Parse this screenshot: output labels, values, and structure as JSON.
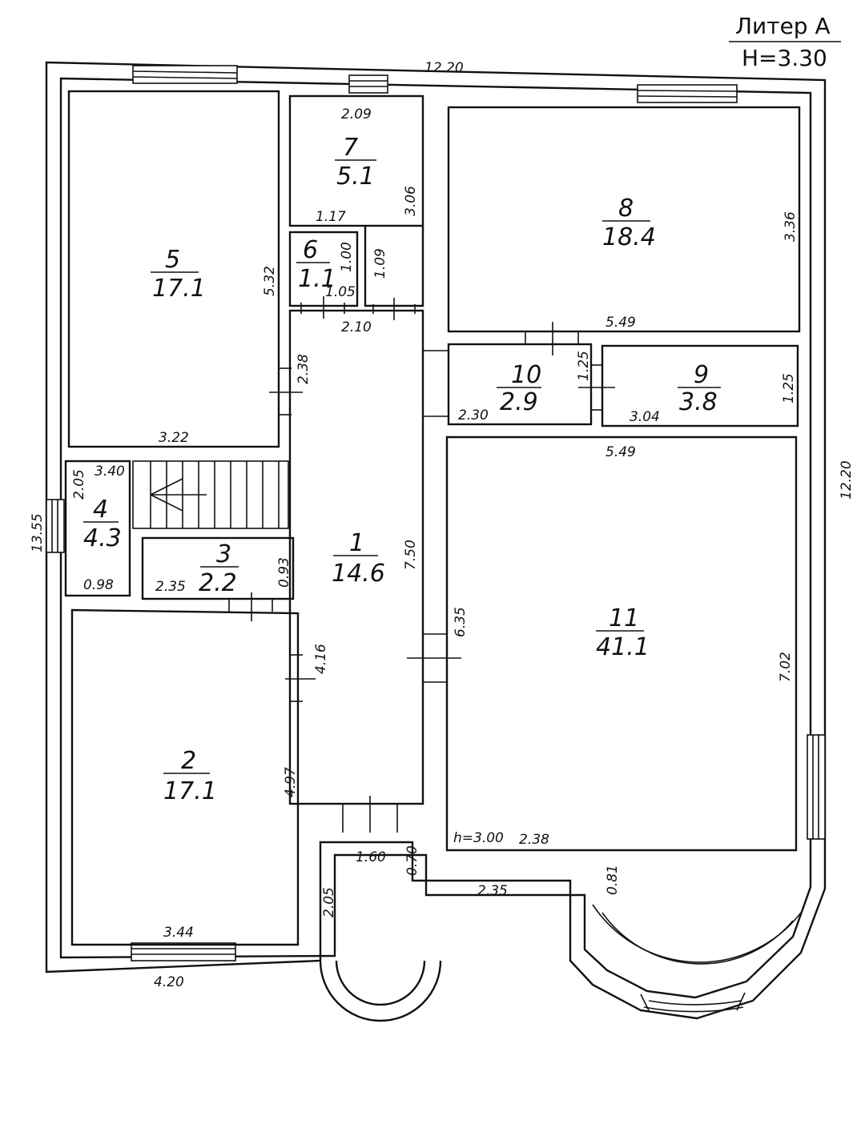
{
  "header": {
    "line1": "Литер А",
    "line2": "Н=3.30"
  },
  "rooms": [
    {
      "id": "1",
      "area": "14.6"
    },
    {
      "id": "2",
      "area": "17.1"
    },
    {
      "id": "3",
      "area": "2.2"
    },
    {
      "id": "4",
      "area": "4.3"
    },
    {
      "id": "5",
      "area": "17.1"
    },
    {
      "id": "6",
      "area": "1.1"
    },
    {
      "id": "7",
      "area": "5.1"
    },
    {
      "id": "8",
      "area": "18.4"
    },
    {
      "id": "9",
      "area": "3.8"
    },
    {
      "id": "10",
      "area": "2.9"
    },
    {
      "id": "11",
      "area": "41.1"
    }
  ],
  "dimensions": [
    "12.20",
    "12.20",
    "13.55",
    "2.09",
    "3.06",
    "1.17",
    "1.00",
    "1.09",
    "1.05",
    "2.10",
    "5.32",
    "3.22",
    "2.38",
    "3.36",
    "5.49",
    "1.25",
    "1.25",
    "2.30",
    "3.04",
    "5.49",
    "2.05",
    "3.40",
    "0.98",
    "2.35",
    "0.93",
    "7.50",
    "6.35",
    "4.16",
    "4.97",
    "3.44",
    "4.20",
    "7.02",
    "2.38",
    "0.81",
    "1.60",
    "0.70",
    "2.35",
    "2.05"
  ],
  "notes": {
    "ceiling_height": "h=3.00"
  }
}
